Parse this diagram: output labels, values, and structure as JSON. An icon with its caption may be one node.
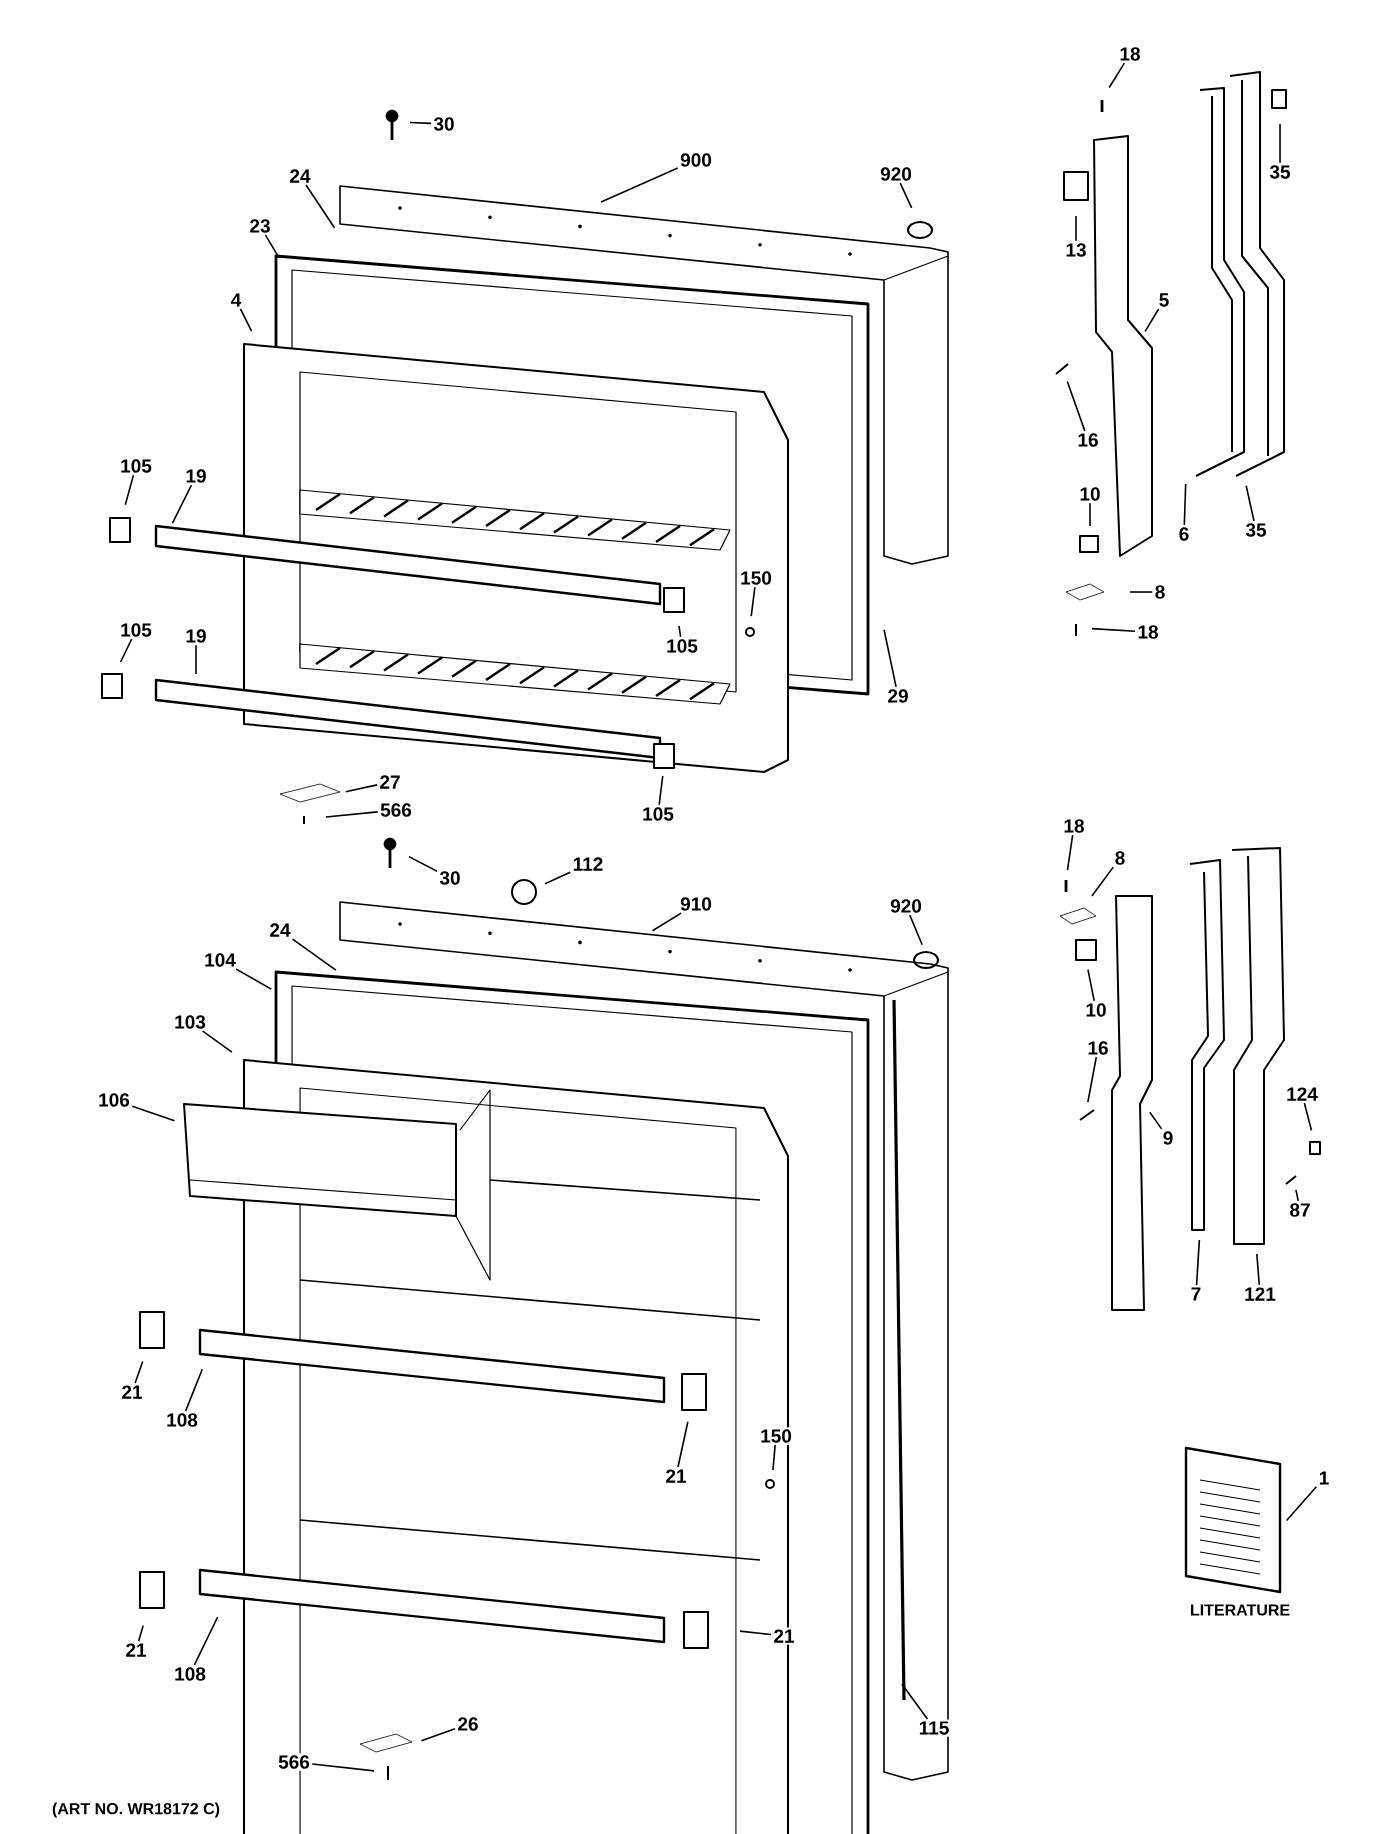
{
  "diagram": {
    "nodes": [
      {
        "text": [
          "30"
        ]
      },
      {
        "text": [
          "900"
        ]
      },
      {
        "text": [
          "920"
        ]
      },
      {
        "text": [
          "24"
        ]
      },
      {
        "text": [
          "23"
        ]
      },
      {
        "text": [
          "4"
        ]
      },
      {
        "text": [
          "105"
        ]
      },
      {
        "text": [
          "19"
        ]
      },
      {
        "text": [
          "105"
        ]
      },
      {
        "text": [
          "19"
        ]
      },
      {
        "text": [
          "150"
        ]
      },
      {
        "text": [
          "105"
        ]
      },
      {
        "text": [
          "29"
        ]
      },
      {
        "text": [
          "105"
        ]
      },
      {
        "text": [
          "27"
        ]
      },
      {
        "text": [
          "566"
        ]
      },
      {
        "text": [
          "18"
        ]
      },
      {
        "text": [
          "35"
        ]
      },
      {
        "text": [
          "13"
        ]
      },
      {
        "text": [
          "5"
        ]
      },
      {
        "text": [
          "16"
        ]
      },
      {
        "text": [
          "10"
        ]
      },
      {
        "text": [
          "6"
        ]
      },
      {
        "text": [
          "35"
        ]
      },
      {
        "text": [
          "8"
        ]
      },
      {
        "text": [
          "18"
        ]
      },
      {
        "text": [
          "30"
        ]
      },
      {
        "text": [
          "112"
        ]
      },
      {
        "text": [
          "910"
        ]
      },
      {
        "text": [
          "920"
        ]
      },
      {
        "text": [
          "24"
        ]
      },
      {
        "text": [
          "104"
        ]
      },
      {
        "text": [
          "103"
        ]
      },
      {
        "text": [
          "106"
        ]
      },
      {
        "text": [
          "21"
        ]
      },
      {
        "text": [
          "108"
        ]
      },
      {
        "text": [
          "21"
        ]
      },
      {
        "text": [
          "150"
        ]
      },
      {
        "text": [
          "21"
        ]
      },
      {
        "text": [
          "108"
        ]
      },
      {
        "text": [
          "21"
        ]
      },
      {
        "text": [
          "26"
        ]
      },
      {
        "text": [
          "566"
        ]
      },
      {
        "text": [
          "115"
        ]
      },
      {
        "text": [
          "18"
        ]
      },
      {
        "text": [
          "8"
        ]
      },
      {
        "text": [
          "10"
        ]
      },
      {
        "text": [
          "16"
        ]
      },
      {
        "text": [
          "9"
        ]
      },
      {
        "text": [
          "7"
        ]
      },
      {
        "text": [
          "121"
        ]
      },
      {
        "text": [
          "124"
        ]
      },
      {
        "text": [
          "87"
        ]
      },
      {
        "text": [
          "1"
        ]
      }
    ],
    "edges": [
      {
        "from": 0,
        "to": null,
        "arrow": "none"
      },
      {
        "from": 1,
        "to": null,
        "arrow": "none"
      },
      {
        "from": 2,
        "to": null,
        "arrow": "none"
      },
      {
        "from": 3,
        "to": null,
        "arrow": "none"
      },
      {
        "from": 4,
        "to": null,
        "arrow": "none"
      },
      {
        "from": 5,
        "to": null,
        "arrow": "none"
      },
      {
        "from": 6,
        "to": null,
        "arrow": "none"
      },
      {
        "from": 7,
        "to": null,
        "arrow": "none"
      },
      {
        "from": 8,
        "to": null,
        "arrow": "none"
      },
      {
        "from": 9,
        "to": null,
        "arrow": "none"
      },
      {
        "from": 10,
        "to": null,
        "arrow": "none"
      },
      {
        "from": 11,
        "to": null,
        "arrow": "none"
      },
      {
        "from": 12,
        "to": null,
        "arrow": "none"
      },
      {
        "from": 13,
        "to": null,
        "arrow": "none"
      },
      {
        "from": 14,
        "to": null,
        "arrow": "none"
      },
      {
        "from": 15,
        "to": null,
        "arrow": "none"
      },
      {
        "from": 16,
        "to": null,
        "arrow": "none"
      },
      {
        "from": 17,
        "to": null,
        "arrow": "none"
      },
      {
        "from": 18,
        "to": null,
        "arrow": "none"
      },
      {
        "from": 19,
        "to": null,
        "arrow": "none"
      },
      {
        "from": 20,
        "to": null,
        "arrow": "none"
      },
      {
        "from": 21,
        "to": null,
        "arrow": "none"
      },
      {
        "from": 22,
        "to": null,
        "arrow": "none"
      },
      {
        "from": 23,
        "to": null,
        "arrow": "none"
      },
      {
        "from": 24,
        "to": null,
        "arrow": "none"
      },
      {
        "from": 25,
        "to": null,
        "arrow": "none"
      },
      {
        "from": 26,
        "to": null,
        "arrow": "none"
      },
      {
        "from": 27,
        "to": null,
        "arrow": "none"
      },
      {
        "from": 28,
        "to": null,
        "arrow": "none"
      },
      {
        "from": 29,
        "to": null,
        "arrow": "none"
      },
      {
        "from": 30,
        "to": null,
        "arrow": "none"
      },
      {
        "from": 31,
        "to": null,
        "arrow": "none"
      },
      {
        "from": 32,
        "to": null,
        "arrow": "none"
      },
      {
        "from": 33,
        "to": null,
        "arrow": "none"
      },
      {
        "from": 34,
        "to": null,
        "arrow": "none"
      },
      {
        "from": 35,
        "to": null,
        "arrow": "none"
      },
      {
        "from": 36,
        "to": null,
        "arrow": "none"
      },
      {
        "from": 37,
        "to": null,
        "arrow": "none"
      },
      {
        "from": 38,
        "to": null,
        "arrow": "none"
      },
      {
        "from": 39,
        "to": null,
        "arrow": "none"
      },
      {
        "from": 40,
        "to": null,
        "arrow": "none"
      },
      {
        "from": 41,
        "to": null,
        "arrow": "none"
      },
      {
        "from": 42,
        "to": null,
        "arrow": "none"
      },
      {
        "from": 43,
        "to": null,
        "arrow": "none"
      },
      {
        "from": 44,
        "to": null,
        "arrow": "none"
      },
      {
        "from": 45,
        "to": null,
        "arrow": "none"
      },
      {
        "from": 46,
        "to": null,
        "arrow": "none"
      },
      {
        "from": 47,
        "to": null,
        "arrow": "none"
      },
      {
        "from": 48,
        "to": null,
        "arrow": "none"
      },
      {
        "from": 49,
        "to": null,
        "arrow": "none"
      },
      {
        "from": 50,
        "to": null,
        "arrow": "none"
      },
      {
        "from": 51,
        "to": null,
        "arrow": "none"
      },
      {
        "from": 52,
        "to": null,
        "arrow": "none"
      },
      {
        "from": 53,
        "to": null,
        "arrow": "none"
      }
    ],
    "labels": [
      "LITERATURE",
      "(ART NO. WR18172 C)"
    ]
  }
}
